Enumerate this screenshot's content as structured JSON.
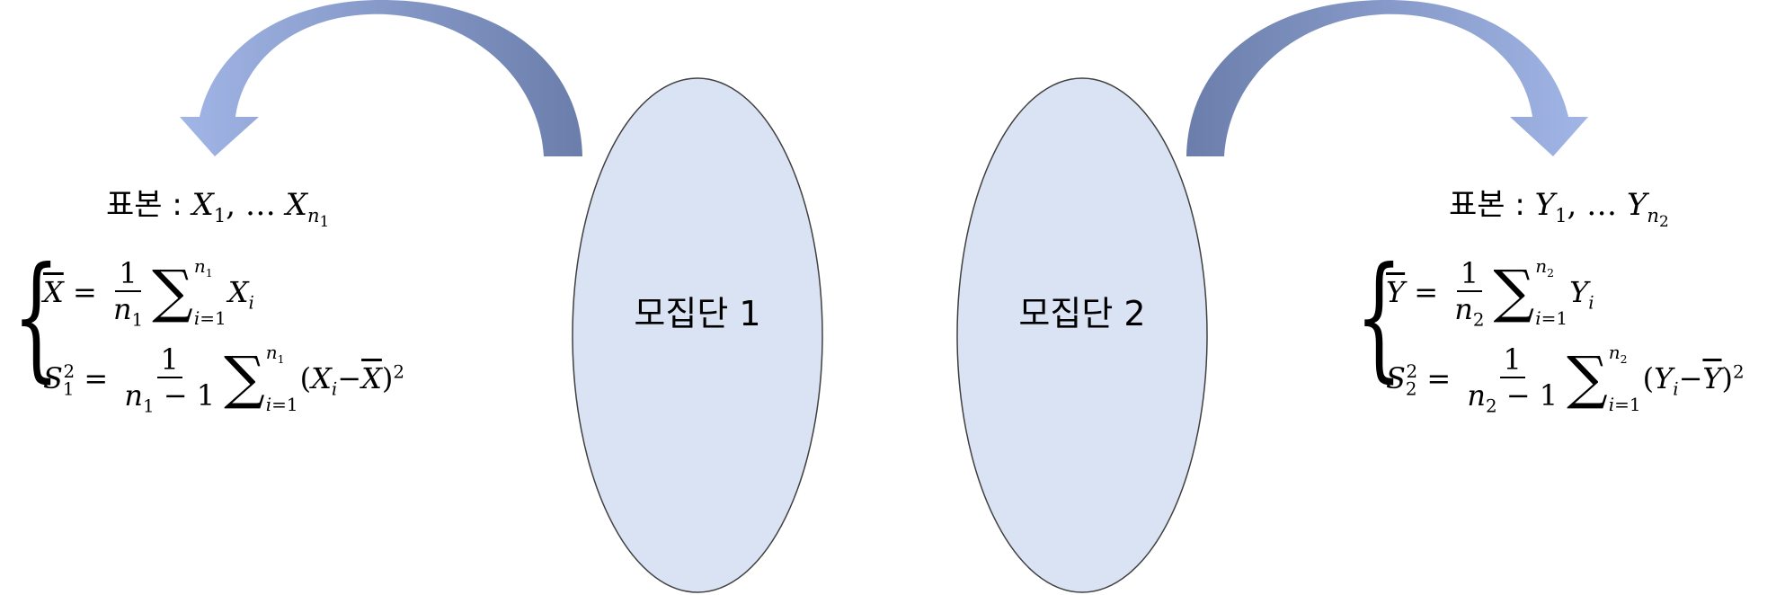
{
  "population1": {
    "label": "모집단 1"
  },
  "population2": {
    "label": "모집단 2"
  },
  "sample1": {
    "prefix": "표본 : "
  },
  "sample2": {
    "prefix": "표본 : "
  },
  "colors": {
    "ellipse_fill": "#dae3f3",
    "ellipse_stroke": "#404040",
    "arrow_light": "#9fb3e3",
    "arrow_dark": "#6f82b0"
  },
  "icons": {
    "arrow1": "curved-arrow-left-icon",
    "arrow2": "curved-arrow-right-icon"
  }
}
